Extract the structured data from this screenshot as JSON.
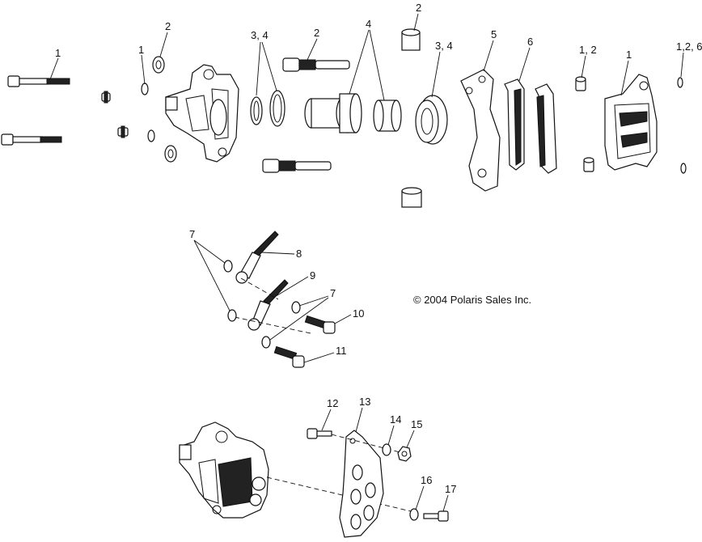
{
  "copyright": "© 2004 Polaris Sales Inc.",
  "callouts": {
    "c1a": "1",
    "c1b": "1",
    "c1c": "1",
    "c2a": "2",
    "c2b": "2",
    "c2c": "2",
    "c34a": "3, 4",
    "c34b": "3, 4",
    "c4": "4",
    "c5": "5",
    "c6": "6",
    "c12a": "1, 2",
    "c126": "1,2, 6",
    "c7a": "7",
    "c7b": "7",
    "c8": "8",
    "c9": "9",
    "c10": "10",
    "c11": "11",
    "c12": "12",
    "c13": "13",
    "c14": "14",
    "c15": "15",
    "c16": "16",
    "c17": "17"
  }
}
